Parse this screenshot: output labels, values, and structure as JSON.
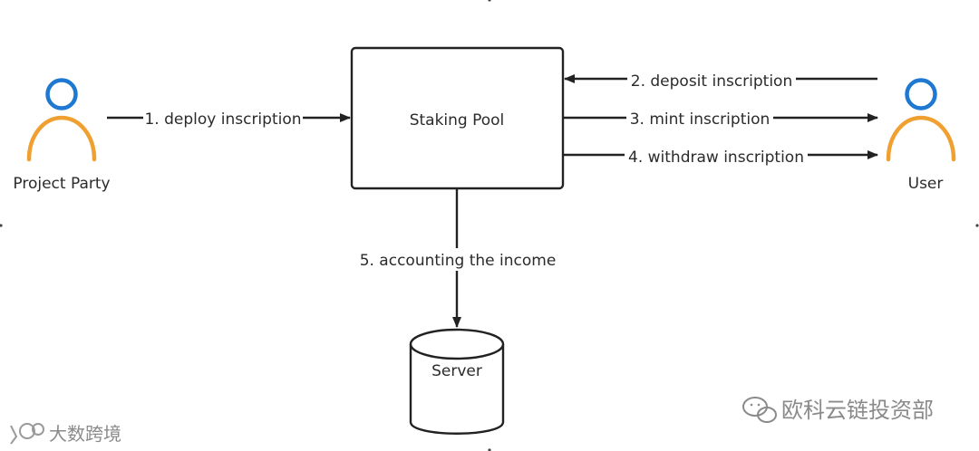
{
  "nodes": {
    "project_party": "Project Party",
    "user": "User",
    "staking_pool": "Staking Pool",
    "server": "Server"
  },
  "edges": {
    "deploy": "1. deploy inscription",
    "deposit": "2. deposit inscription",
    "mint": "3. mint inscription",
    "withdraw": "4. withdraw inscription",
    "accounting": "5. accounting the income"
  },
  "watermarks": {
    "right": "欧科云链投资部",
    "left": "大数跨境"
  },
  "colors": {
    "person_head": "#1f78d1",
    "person_body": "#f0a030",
    "line": "#222222",
    "text": "#2b2b2b",
    "watermark": "#8a8a8a"
  },
  "icons": {
    "actor": "person-icon",
    "database": "database-cylinder-icon",
    "watermark_right": "wechat-icon",
    "watermark_left": "brand-logo-icon"
  }
}
